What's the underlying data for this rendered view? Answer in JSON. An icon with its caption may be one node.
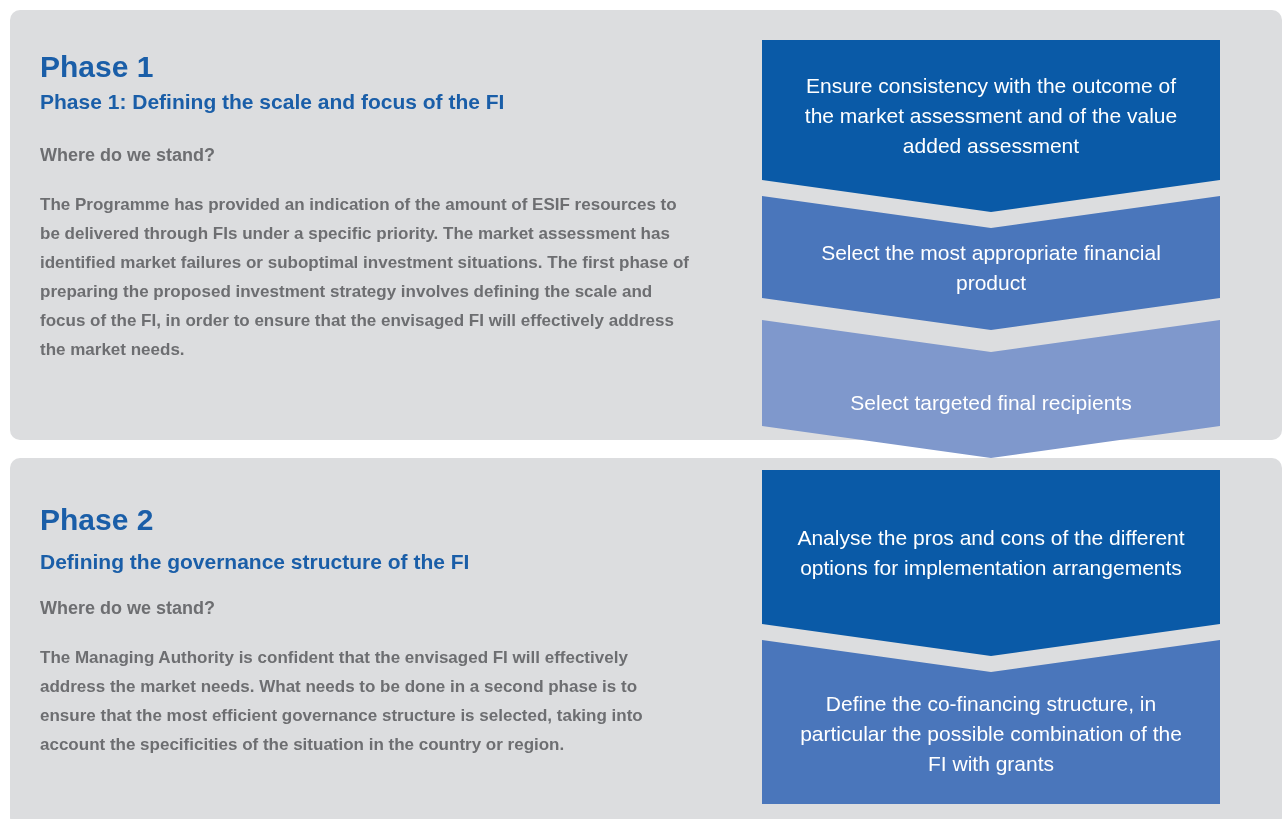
{
  "diagram": {
    "nodes": [
      {
        "text": [
          "Phase 1",
          "Phase 1: Defining the scale and focus of the FI",
          "Where do we stand?",
          "The Programme has provided an indication of the amount of ESIF resources to be delivered through FIs under a specific priority. The market assessment has identified market failures or suboptimal investment situations. The first phase of preparing the proposed investment strategy involves defining the **scale and focus of the FI**, in order to ensure that the envisaged FI will effectively address the market needs."
        ]
      },
      {
        "text": [
          "Ensure consistency with the outcome of the market assessment and of the value added assessment"
        ],
        "in": 0
      },
      {
        "text": [
          "Select the most appropriate financial product"
        ],
        "in": 0
      },
      {
        "text": [
          "Select targeted final recipients"
        ],
        "in": 0
      },
      {
        "text": [
          "Phase 2",
          "Defining the governance structure of the FI",
          "Where do we stand?",
          "The Managing Authority is confident that the envisaged FI will effectively address the market needs. What needs to be done in a second phase is to ensure that the most efficient **governance structure** is selected, taking into account the specificities of the situation in the country or region."
        ]
      },
      {
        "text": [
          "Analyse the pros and cons of the different options for implementation arrangements"
        ],
        "in": 4
      },
      {
        "text": [
          "Define the co-financing structure, in particular the possible combination of the FI with grants"
        ],
        "in": 4
      }
    ]
  }
}
